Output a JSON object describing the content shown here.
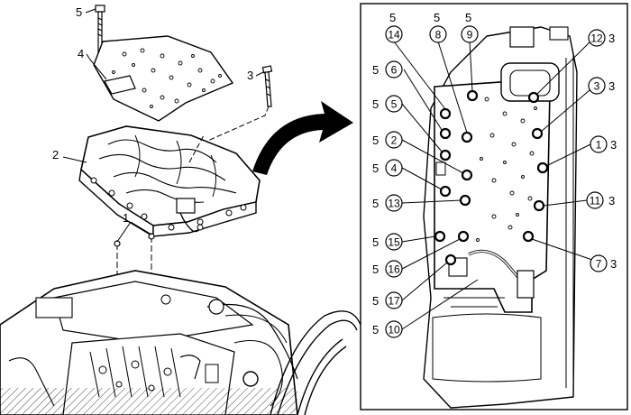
{
  "figure": {
    "exploded_view": {
      "callouts": [
        {
          "id": "cal-5-bolt-top",
          "label": "5"
        },
        {
          "id": "cal-4-plate",
          "label": "4"
        },
        {
          "id": "cal-3-bolt",
          "label": "3"
        },
        {
          "id": "cal-2-valve-body",
          "label": "2"
        },
        {
          "id": "cal-1-dowels",
          "label": "1"
        }
      ]
    },
    "detail_view": {
      "bolts": [
        {
          "number": "14",
          "torque": "5"
        },
        {
          "number": "8",
          "torque": "5"
        },
        {
          "number": "9",
          "torque": "5"
        },
        {
          "number": "12",
          "torque": "3"
        },
        {
          "number": "6",
          "torque": "5"
        },
        {
          "number": "3",
          "torque": "3"
        },
        {
          "number": "5",
          "torque": "5"
        },
        {
          "number": "2",
          "torque": "5"
        },
        {
          "number": "1",
          "torque": "3"
        },
        {
          "number": "4",
          "torque": "5"
        },
        {
          "number": "13",
          "torque": "5"
        },
        {
          "number": "11",
          "torque": "3"
        },
        {
          "number": "15",
          "torque": "5"
        },
        {
          "number": "7",
          "torque": "3"
        },
        {
          "number": "16",
          "torque": "5"
        },
        {
          "number": "17",
          "torque": "5"
        },
        {
          "number": "10",
          "torque": "5"
        }
      ]
    }
  }
}
